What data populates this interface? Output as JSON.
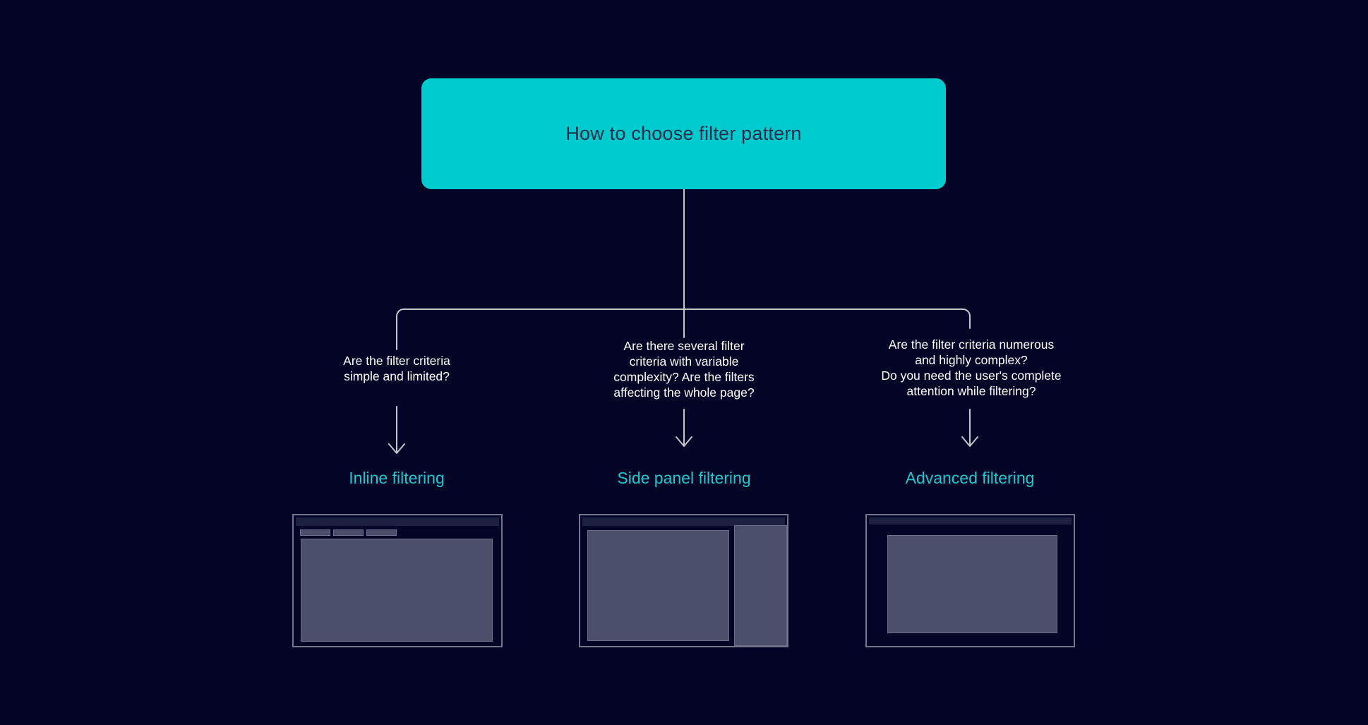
{
  "diagram": {
    "root": {
      "title": "How to choose filter pattern"
    },
    "branches": [
      {
        "question": "Are the filter criteria\nsimple and limited?",
        "label": "Inline filtering",
        "mockup": "inline-filtering-wireframe"
      },
      {
        "question": "Are there several filter\ncriteria with variable\ncomplexity? Are the filters\naffecting the whole page?",
        "label": "Side panel filtering",
        "mockup": "side-panel-filtering-wireframe"
      },
      {
        "question": "Are the filter criteria numerous\nand highly complex?\nDo you need the user's complete\nattention while filtering?",
        "label": "Advanced filtering",
        "mockup": "advanced-filtering-wireframe"
      }
    ]
  },
  "colors": {
    "background": "#040427",
    "accent": "#00cbce",
    "accent_text": "#262b49",
    "question_text": "#ffffff",
    "label_text": "#1ec9ce",
    "line": "#c4c4cc",
    "wf_border": "#72758e",
    "wf_header": "#1d2140",
    "wf_fill": "#4c4f6c",
    "wf_fill_border": "#6a6e88"
  }
}
